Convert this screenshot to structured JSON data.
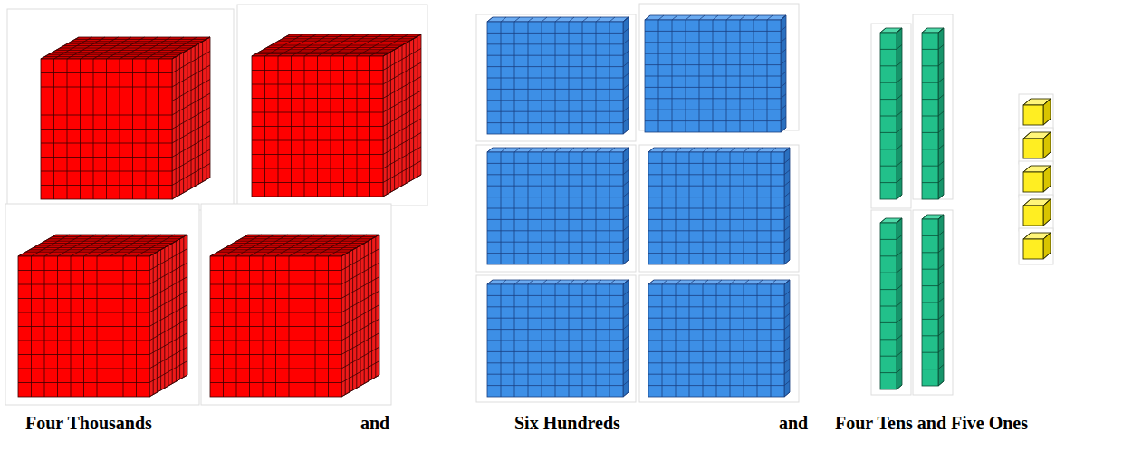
{
  "diagram": {
    "labels": [
      "Four Thousands",
      "and",
      "Six Hundreds",
      "and",
      "Four Tens and Five Ones"
    ]
  }
}
